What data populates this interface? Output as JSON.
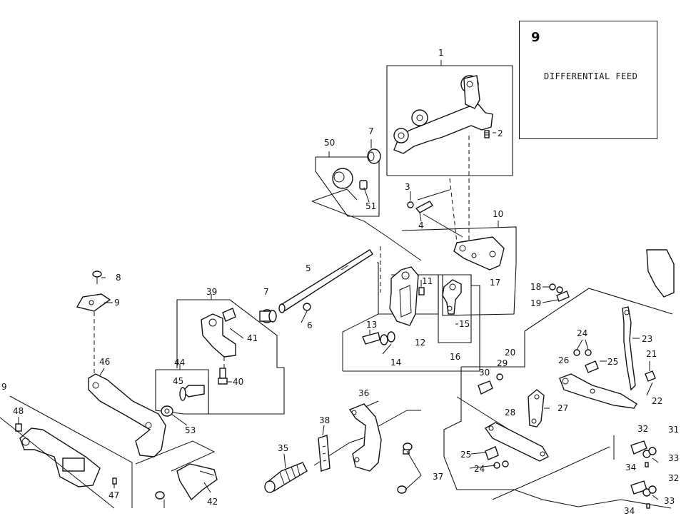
{
  "title_box": {
    "number": "9",
    "title": "DIFFERENTIAL FEED"
  },
  "part_labels": [
    "1",
    "2",
    "3",
    "4",
    "5",
    "6",
    "7",
    "7",
    "8",
    "9",
    "9",
    "10",
    "11",
    "12",
    "13",
    "14",
    "15",
    "16",
    "17",
    "18",
    "19",
    "20",
    "21",
    "22",
    "23",
    "24",
    "24",
    "25",
    "25",
    "26",
    "27",
    "28",
    "29",
    "30",
    "31",
    "32",
    "32",
    "33",
    "33",
    "34",
    "34",
    "35",
    "36",
    "37",
    "38",
    "39",
    "40",
    "41",
    "42",
    "44",
    "45",
    "46",
    "47",
    "48",
    "50",
    "51",
    "53"
  ]
}
